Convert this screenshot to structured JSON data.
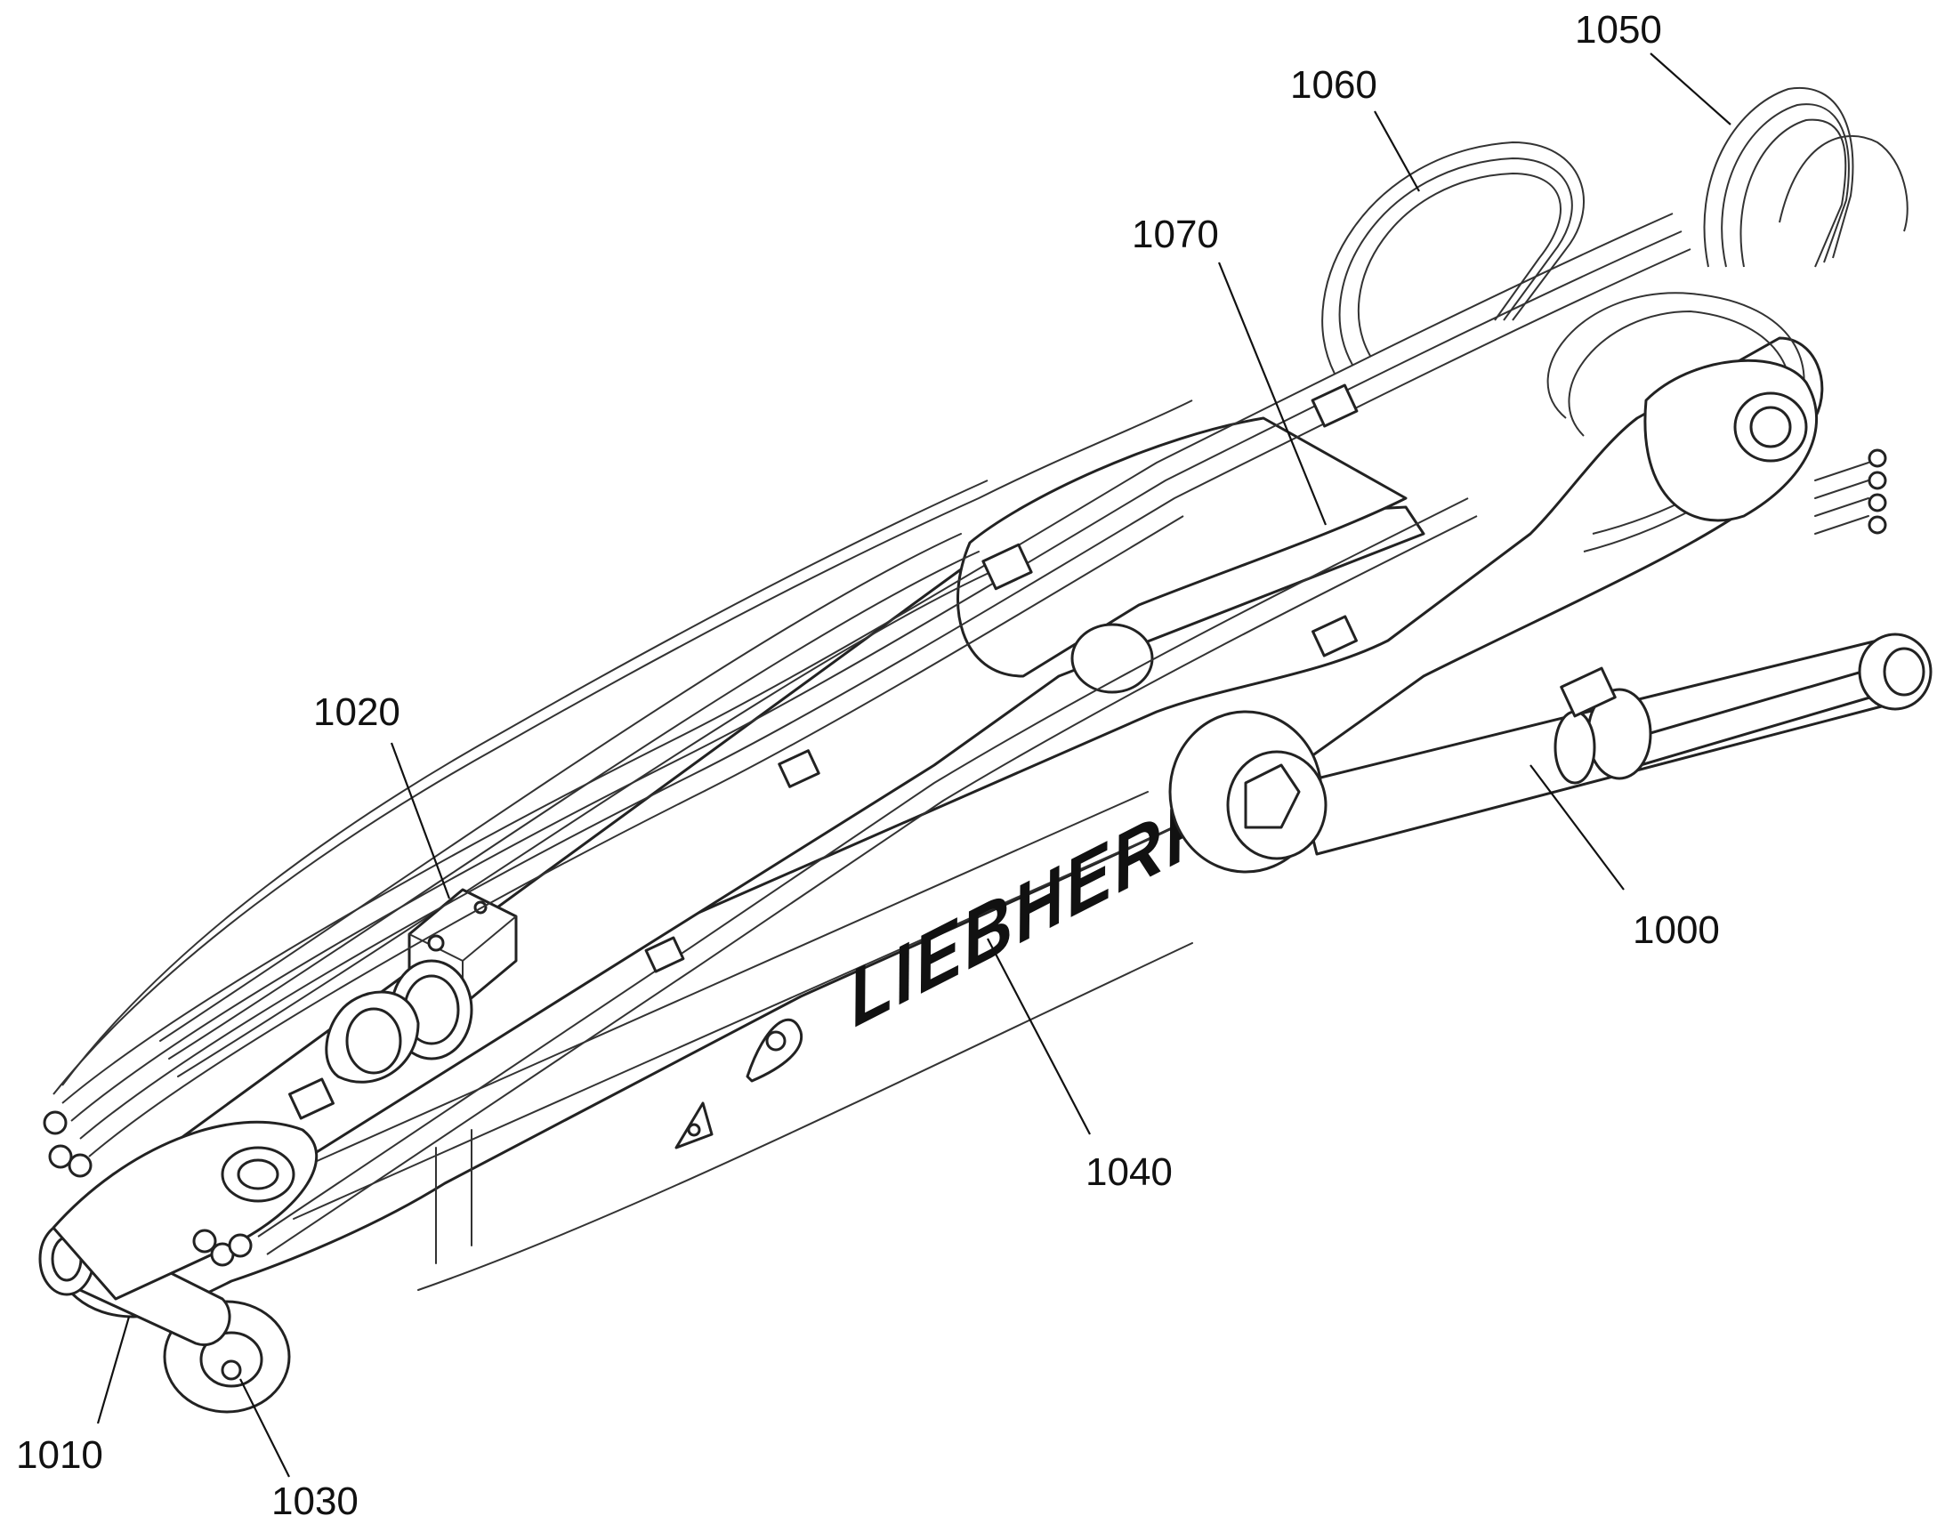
{
  "figure": {
    "brand_text": "LIEBHERR",
    "reference_labels": [
      {
        "id": "ref-1050",
        "text": "1050"
      },
      {
        "id": "ref-1060",
        "text": "1060"
      },
      {
        "id": "ref-1070",
        "text": "1070"
      },
      {
        "id": "ref-1020",
        "text": "1020"
      },
      {
        "id": "ref-1000",
        "text": "1000"
      },
      {
        "id": "ref-1040",
        "text": "1040"
      },
      {
        "id": "ref-1010",
        "text": "1010"
      },
      {
        "id": "ref-1030",
        "text": "1030"
      }
    ]
  }
}
